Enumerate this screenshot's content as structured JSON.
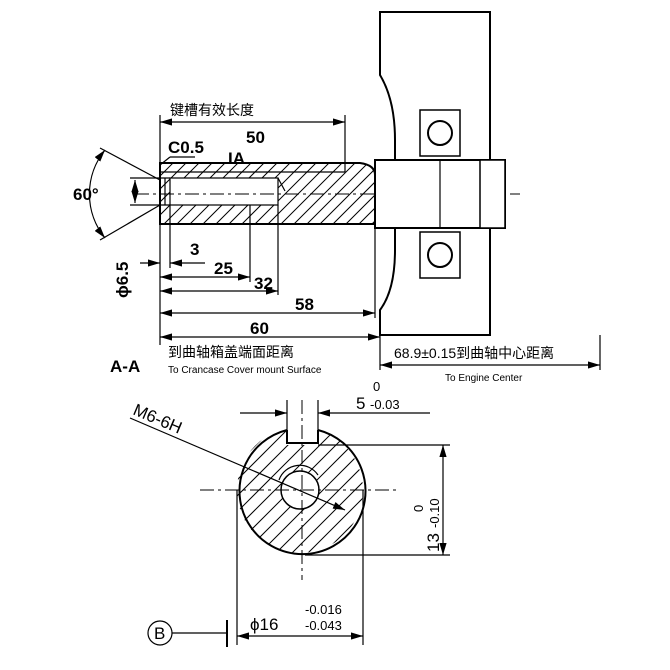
{
  "section_view": {
    "label": "A-A",
    "keyway_effective_length_cn": "键槽有效长度",
    "dim_keyway": "50",
    "chamfer": "C0.5",
    "view_marker": "IA",
    "angle": "60°",
    "hole_dia": "ϕ6.5",
    "dim_3": "3",
    "dim_25": "25",
    "dim_32": "32",
    "dim_58": "58",
    "dim_60": "60",
    "crankcase_cn": "到曲轴箱盖端面距离",
    "crankcase_en": "To Crancase Cover mount Surface",
    "engine_center_cn": "68.9±0.15到曲轴中心距离",
    "engine_center_en": "To Engine Center"
  },
  "cross_section": {
    "key_width": "5",
    "key_width_upper": "0",
    "key_width_lower": "-0.03",
    "thread": "M6-6H",
    "height": "13",
    "height_upper": "0",
    "height_lower": "-0.10",
    "diameter": "ϕ16",
    "diameter_upper": "-0.016",
    "diameter_lower": "-0.043",
    "datum": "B"
  }
}
